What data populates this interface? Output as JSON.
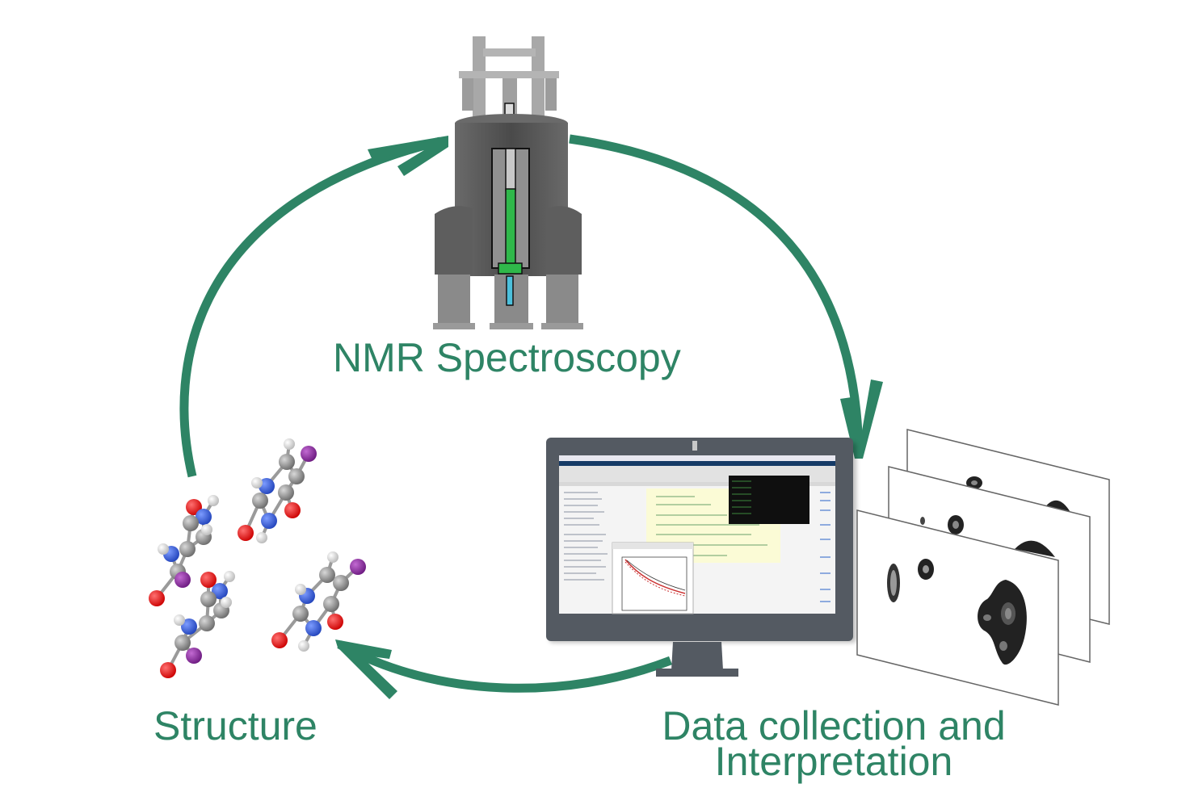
{
  "diagram": {
    "title": "NMR structure determination cycle",
    "accent_color": "#2e8465",
    "stages": [
      {
        "id": "nmr",
        "label": "NMR Spectroscopy",
        "icon": "nmr-spectrometer-icon"
      },
      {
        "id": "data",
        "label_line1": "Data collection and",
        "label_line2": "Interpretation",
        "icon": "computer-monitor-icon",
        "secondary_icon": "2d-spectra-stack-icon"
      },
      {
        "id": "structure",
        "label": "Structure",
        "icon": "molecule-models-icon"
      }
    ],
    "flow": [
      {
        "from": "structure",
        "to": "nmr"
      },
      {
        "from": "nmr",
        "to": "data"
      },
      {
        "from": "data",
        "to": "structure"
      }
    ],
    "atom_colors": {
      "carbon": "#8a8a8a",
      "nitrogen": "#3355cc",
      "oxygen": "#dd1111",
      "hydrogen": "#e8e8e8",
      "halogen": "#8a2a9a"
    }
  }
}
